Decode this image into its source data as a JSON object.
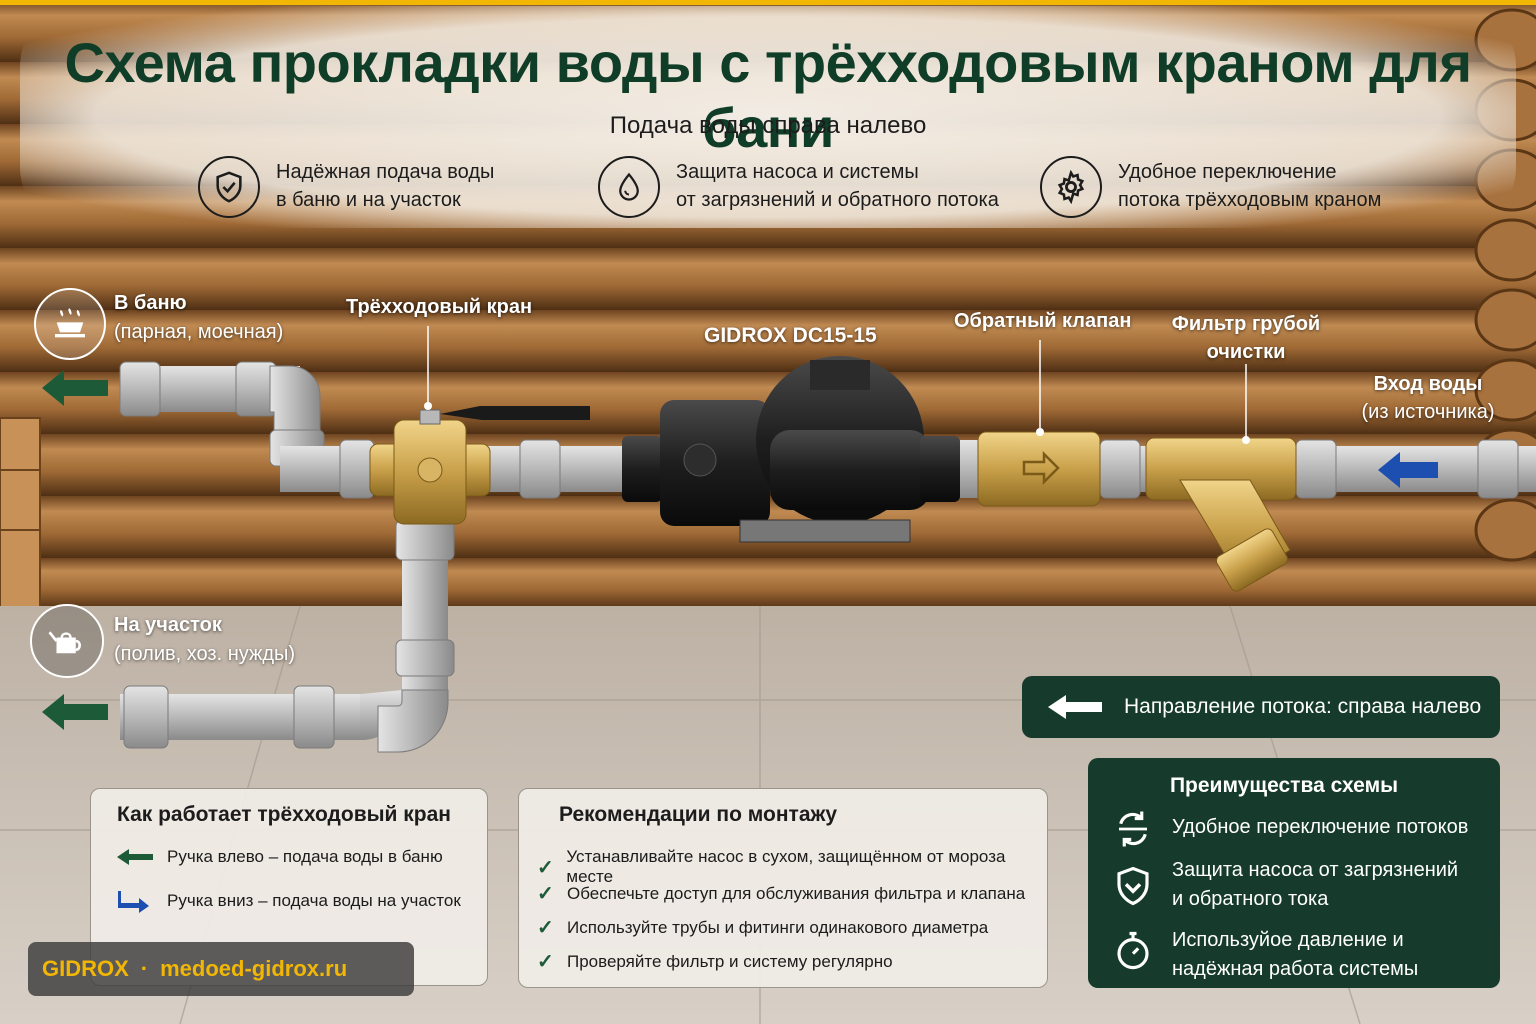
{
  "header": {
    "title": "Схема прокладки воды с трёхходовым краном для бани",
    "subtitle": "Подача воды справа налево"
  },
  "features": [
    {
      "icon": "shield-check-icon",
      "line1": "Надёжная подача воды",
      "line2": "в баню и на участок"
    },
    {
      "icon": "water-drop-icon",
      "line1": "Защита насоса и системы",
      "line2": "от загрязнений и обратного потока"
    },
    {
      "icon": "gear-icon",
      "line1": "Удобное переключение",
      "line2": "потока трёхходовым краном"
    }
  ],
  "labels": {
    "to_bath": "В баню",
    "to_bath_sub": "(парная, моечная)",
    "to_plot": "На участок",
    "to_plot_sub": "(полив, хоз. нужды)",
    "valve": "Трёхходовый кран",
    "pump": "GIDROX DC15-15",
    "check_valve": "Обратный клапан",
    "filter_line1": "Фильтр грубой",
    "filter_line2": "очистки",
    "inlet_line1": "Вход воды",
    "inlet_line2": "(из источника)"
  },
  "flow_banner": "Направление потока: справа налево",
  "how_it_works": {
    "title": "Как работает трёхходовый кран",
    "items": [
      {
        "icon": "arrow-left-icon",
        "text": "Ручка влево – подача воды в баню"
      },
      {
        "icon": "arrow-down-left-icon",
        "text": "Ручка вниз – подача воды на участок"
      }
    ]
  },
  "recommendations": {
    "title": "Рекомендации по монтажу",
    "items": [
      "Устанавливайте насос в сухом, защищённом от мороза месте",
      "Обеспечьте доступ для обслуживания фильтра и клапана",
      "Используйте трубы и фитинги одинакового диаметра",
      "Проверяйте фильтр и систему регулярно"
    ]
  },
  "advantages": {
    "title": "Преимущества схемы",
    "items": [
      {
        "icon": "switch-arrows-icon",
        "line1": "Удобное переключение потоков",
        "line2": ""
      },
      {
        "icon": "shield-down-icon",
        "line1": "Защита насоса от загрязнений",
        "line2": "и обратного тока"
      },
      {
        "icon": "stopwatch-icon",
        "line1": "Используйое давление и",
        "line2": "надёжная работа системы"
      }
    ]
  },
  "watermark": {
    "brand": "GIDROX",
    "separator": "·",
    "site": "medoed-gidrox.ru"
  },
  "colors": {
    "title_green": "#0f3d27",
    "dark_panel": "#163a2b",
    "arrow_green": "#1d5a37",
    "arrow_blue": "#1d4fb0",
    "brass": "#c9a04a",
    "watermark_yellow": "#f2b705"
  }
}
